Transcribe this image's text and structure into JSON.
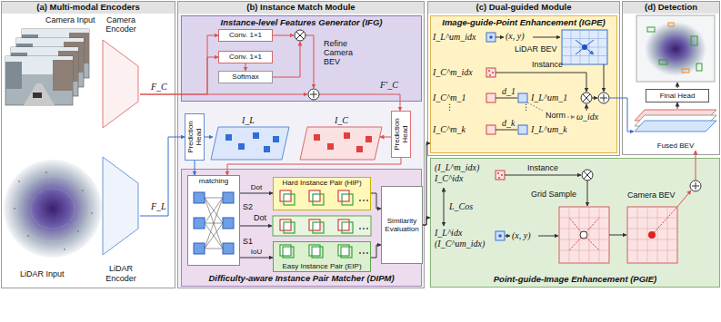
{
  "diagram": {
    "nodes": [
      {
        "text": [
          "(a) Multi-modal Encoders"
        ]
      },
      {
        "text": [
          "Camera Encoder"
        ],
        "in": 0
      },
      {
        "text": [
          "LiDAR Encoder"
        ],
        "in": 0
      },
      {
        "text": [
          "(b) Instance Match Module"
        ]
      },
      {
        "text": [
          "Instance-level Features Generator (IFG)"
        ],
        "in": 3
      },
      {
        "text": [
          "Conv. 1×1"
        ],
        "in": 4
      },
      {
        "text": [
          "Conv. 1×1"
        ],
        "in": 4
      },
      {
        "text": [
          "Softmax"
        ],
        "in": 4
      },
      {
        "text": [
          "Prediction Head"
        ],
        "in": 3
      },
      {
        "text": [
          "Prediction Head"
        ],
        "in": 3
      },
      {
        "text": [
          "Difficulty-aware Instance Pair Matcher (DIPM)"
        ],
        "in": 3
      },
      {
        "text": [
          "matching"
        ],
        "in": 10
      },
      {
        "text": [
          "Hard Instance Pair (HIP)"
        ],
        "in": 10
      },
      {
        "text": [
          "Easy Instance Pair (EIP)"
        ],
        "in": 10
      },
      {
        "text": [
          "Similarity Evaluation"
        ],
        "in": 10
      },
      {
        "text": [
          "(c) Dual-guided Module"
        ]
      },
      {
        "text": [
          "Image-guide-Point Enhancement (IGPE)"
        ],
        "in": 15
      },
      {
        "text": [
          "(d) Detection"
        ]
      },
      {
        "text": [
          "Final Head"
        ],
        "in": 17
      },
      {
        "text": [
          "Fused BEV"
        ],
        "in": 17
      },
      {
        "text": [
          "Point-guide-Image Enhancement (PGIE)"
        ]
      }
    ],
    "edges": [
      {
        "from": 1,
        "to": 5,
        "arrow": "to"
      },
      {
        "from": 1,
        "to": 6,
        "arrow": "to"
      },
      {
        "from": 6,
        "to": 7,
        "arrow": "to"
      },
      {
        "from": 4,
        "to": 9,
        "arrow": "to"
      },
      {
        "from": 2,
        "to": 8,
        "arrow": "to"
      },
      {
        "from": 8,
        "to": 11,
        "arrow": "to"
      },
      {
        "from": 9,
        "to": 11,
        "arrow": "to"
      },
      {
        "from": 11,
        "to": 12,
        "label": "Dot",
        "arrow": "to"
      },
      {
        "from": 11,
        "to": 13,
        "label": "IoU",
        "arrow": "to"
      },
      {
        "from": 12,
        "to": 14,
        "arrow": "to"
      },
      {
        "from": 13,
        "to": 14,
        "arrow": "to"
      },
      {
        "from": 14,
        "to": 16,
        "arrow": "to"
      },
      {
        "from": 14,
        "to": 20,
        "arrow": "to"
      },
      {
        "from": 16,
        "to": 19,
        "arrow": "to"
      },
      {
        "from": 20,
        "to": 19,
        "arrow": "to"
      },
      {
        "from": 19,
        "to": 18,
        "arrow": "to"
      }
    ],
    "labels": [
      "Camera Input",
      "F_C",
      "LiDAR Input",
      "F_L",
      "Refine Camera BEV",
      "F′_C",
      "I_L",
      "I_C",
      "S2",
      "Dot",
      "S1",
      "I_L^um_idx",
      "(x, y)",
      "LiDAR BEV",
      "I_C^m_idx",
      "Instance",
      "I_C^m_1",
      "d_1",
      "I_L^um_1",
      "⋮",
      "⋮",
      "Norm",
      "I_C^m_k",
      "d_k",
      "I_L^um_k",
      "ω_idx",
      "(I_L^m_idx)",
      "I_C^idx",
      "Instance",
      "L_Cos",
      "I_L^idx",
      "(I_C^um_idx)",
      "(x, y)",
      "Grid Sample",
      "Camera BEV"
    ]
  }
}
